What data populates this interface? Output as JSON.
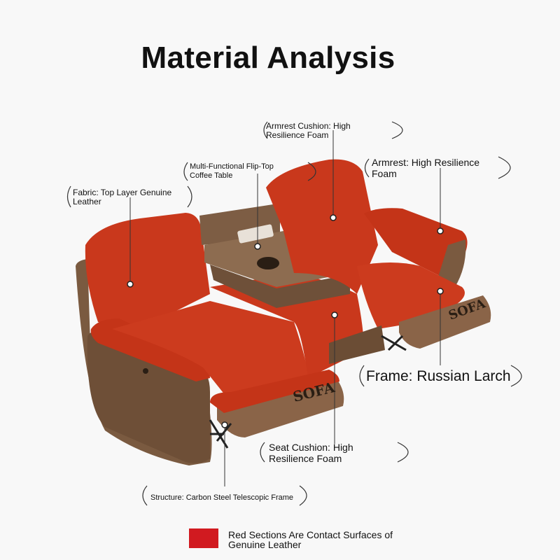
{
  "title": "Material Analysis",
  "labels": {
    "armrest_cushion": "Armrest Cushion: High Resilience Foam",
    "flip_top": "Multi-Functional Flip-Top Coffee Table",
    "fabric": "Fabric: Top Layer Genuine Leather",
    "armrest": "Armrest: High Resilience Foam",
    "frame": "Frame: Russian Larch",
    "seat_cushion": "Seat Cushion: High Resilience Foam",
    "structure": "Structure: Carbon Steel Telescopic Frame"
  },
  "footrest_logo": "SOFA",
  "legend": {
    "text": "Red Sections Are Contact Surfaces of Genuine Leather",
    "color": "#d11a20"
  },
  "colors": {
    "leather": "#c9381c",
    "frame": "#7a5a40"
  }
}
